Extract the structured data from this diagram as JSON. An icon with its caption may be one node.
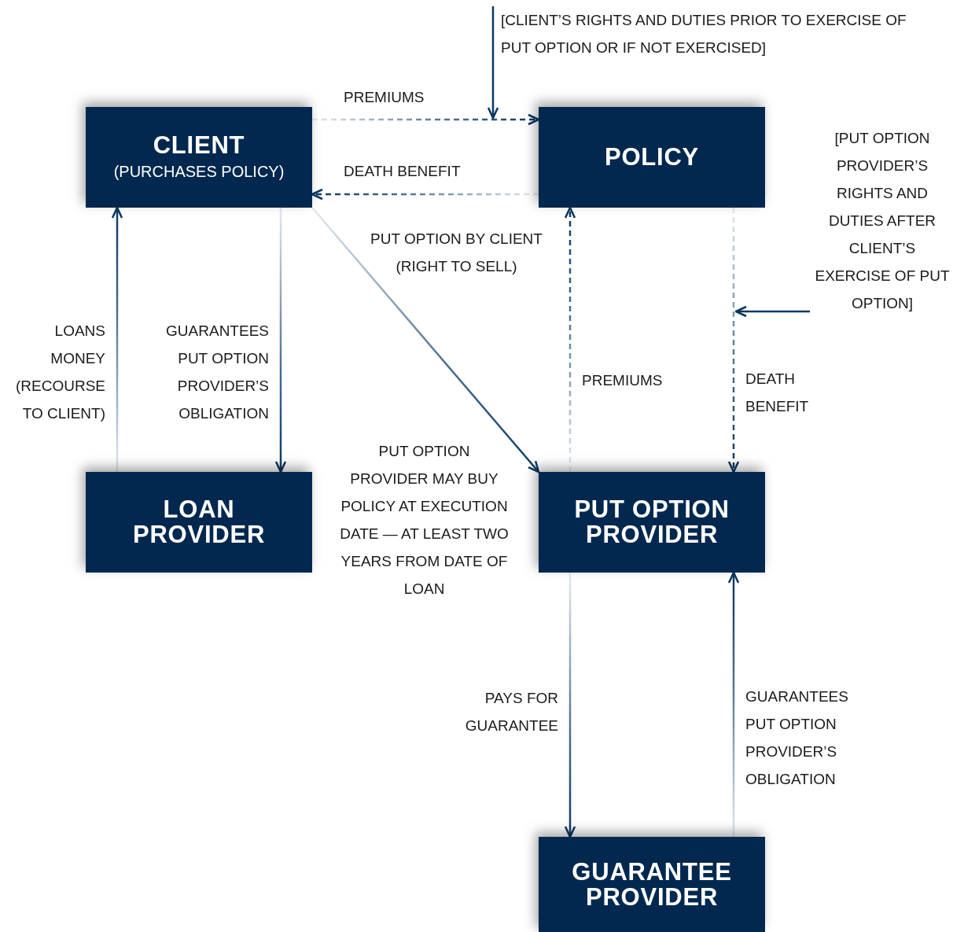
{
  "diagram": {
    "nodes": [
      {
        "text": [
          "CLIENT",
          "(PURCHASES POLICY)"
        ]
      },
      {
        "text": [
          "POLICY"
        ]
      },
      {
        "text": [
          "LOAN PROVIDER"
        ]
      },
      {
        "text": [
          "PUT OPTION PROVIDER"
        ]
      },
      {
        "text": [
          "GUARANTEE PROVIDER"
        ]
      },
      {
        "text": [
          "[CLIENT’S RIGHTS AND DUTIES PRIOR TO EXERCISE OF PUT OPTION OR IF NOT EXERCISED]"
        ]
      },
      {
        "text": [
          "[PUT OPTION PROVIDER’S RIGHTS AND DUTIES AFTER CLIENT’S EXERCISE OF PUT OPTION]"
        ]
      }
    ],
    "edges": [
      {
        "from": 0,
        "to": 1,
        "arrow": "to",
        "label": "PREMIUMS",
        "style": "dashed"
      },
      {
        "from": 1,
        "to": 0,
        "arrow": "to",
        "label": "DEATH BENEFIT",
        "style": "dashed"
      },
      {
        "from": 0,
        "to": 3,
        "arrow": "to",
        "label": "PUT OPTION BY CLIENT (RIGHT TO SELL)"
      },
      {
        "from": 2,
        "to": 0,
        "arrow": "to",
        "label": "LOANS MONEY (RECOURSE TO CLIENT)"
      },
      {
        "from": 0,
        "to": 2,
        "arrow": "to",
        "label": "GUARANTEES PUT OPTION PROVIDER’S OBLIGATION"
      },
      {
        "from": 3,
        "to": 1,
        "arrow": "to",
        "label": "PREMIUMS",
        "style": "dashed"
      },
      {
        "from": 1,
        "to": 3,
        "arrow": "to",
        "label": "DEATH BENEFIT",
        "style": "dashed"
      },
      {
        "from": 3,
        "to": 4,
        "arrow": "to",
        "label": "PAYS FOR GUARANTEE"
      },
      {
        "from": 4,
        "to": 3,
        "arrow": "to",
        "label": "GUARANTEES PUT OPTION PROVIDER’S OBLIGATION"
      },
      {
        "from": 5,
        "to": null,
        "arrow": "to"
      },
      {
        "from": 6,
        "to": null,
        "arrow": "to"
      }
    ],
    "labels": [
      "PUT OPTION PROVIDER MAY BUY POLICY AT EXECUTION DATE — AT LEAST TWO YEARS FROM DATE OF LOAN"
    ]
  }
}
